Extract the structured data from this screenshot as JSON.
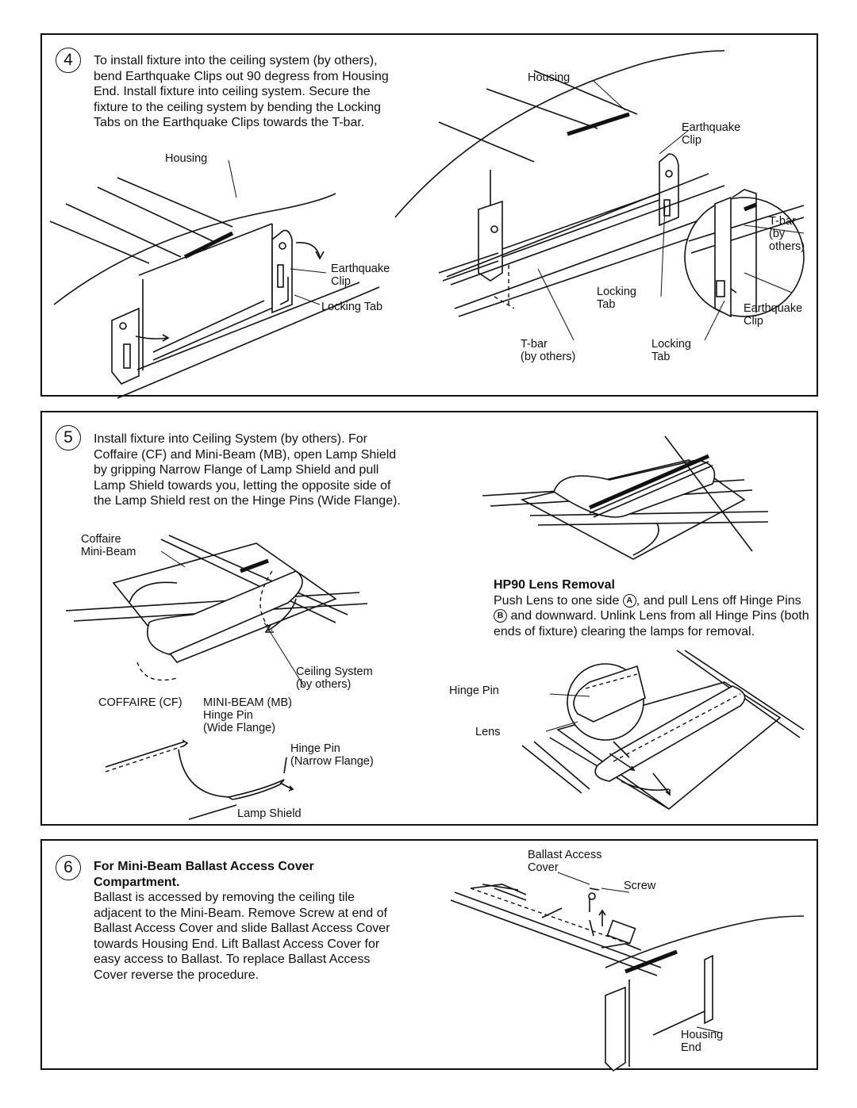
{
  "step4": {
    "number": "4",
    "text": "To install fixture into the ceiling system (by others), bend Earthquake Clips out 90 degress from Housing End. Install fixture into ceiling system. Secure the fixture to the ceiling system by bending the Locking Tabs on the Earthquake Clips towards the T-bar.",
    "left_labels": {
      "housing": "Housing",
      "earthquake_clip": "Earthquake\nClip",
      "locking_tab": "Locking Tab"
    },
    "right_labels": {
      "housing": "Housing",
      "earthquake_clip": "Earthquake\nClip",
      "tbar_by_others_detail": "T-bar\n(by\nothers)",
      "locking_tab": "Locking\nTab",
      "earthquake_clip_detail": "Earthquake\nClip",
      "tbar_by_others": "T-bar\n(by others)",
      "locking_tab_detail": "Locking\nTab"
    }
  },
  "step5": {
    "number": "5",
    "text": "Install fixture into Ceiling System (by others). For Coffaire (CF) and Mini-Beam (MB), open Lamp Shield by gripping Narrow Flange of Lamp Shield and pull Lamp Shield towards you, letting the opposite side of the Lamp Shield rest on the Hinge Pins (Wide Flange).",
    "labels": {
      "coffaire_minibeam": "Coffaire\nMini-Beam",
      "ceiling_system": "Ceiling System\n(by others)",
      "coffaire_cf": "COFFAIRE (CF)",
      "minibeam_mb": "MINI-BEAM (MB)",
      "hinge_pin_wide": "Hinge Pin\n(Wide Flange)",
      "hinge_pin_narrow": "Hinge Pin\n(Narrow Flange)",
      "lamp_shield": "Lamp Shield"
    },
    "lens_removal": {
      "title": "HP90 Lens Removal",
      "text_1": "Push Lens to one side",
      "marker_a": "A",
      "text_2": ", and pull Lens off Hinge Pins",
      "marker_b": "B",
      "text_3": " and downward. Unlink Lens from all Hinge Pins (both ends of fixture) clearing the lamps for removal.",
      "hinge_pin": "Hinge Pin",
      "lens": "Lens"
    }
  },
  "step6": {
    "number": "6",
    "title": "For Mini-Beam Ballast Access Cover Compartment.",
    "text": "Ballast is accessed by removing the ceiling tile adjacent to the Mini-Beam. Remove Screw at end of Ballast Access Cover and slide Ballast Access Cover towards Housing End. Lift Ballast Access Cover for easy access to Ballast. To replace Ballast Access Cover reverse the procedure.",
    "labels": {
      "ballast_access_cover": "Ballast Access\nCover",
      "screw": "Screw",
      "housing_end": "Housing\nEnd"
    }
  }
}
